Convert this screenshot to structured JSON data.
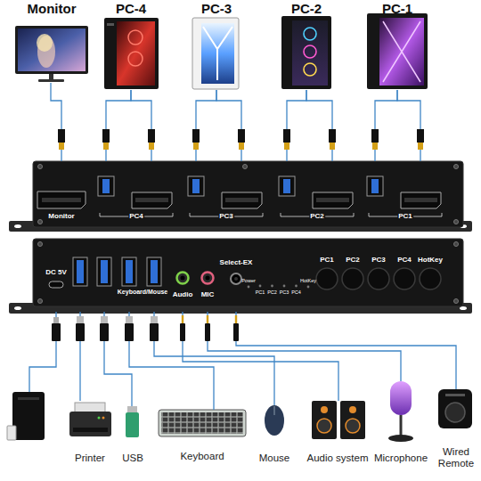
{
  "diagram": {
    "nodes": [
      {
        "text": [
          "Monitor"
        ]
      },
      {
        "text": [
          "PC-4"
        ]
      },
      {
        "text": [
          "PC-3"
        ]
      },
      {
        "text": [
          "PC-2"
        ]
      },
      {
        "text": [
          "PC-1"
        ]
      },
      {
        "text": [
          "Monitor"
        ]
      },
      {
        "text": [
          "PC4"
        ]
      },
      {
        "text": [
          "PC3"
        ]
      },
      {
        "text": [
          "PC2"
        ]
      },
      {
        "text": [
          "PC1"
        ]
      },
      {
        "text": [
          "DC 5V"
        ]
      },
      {
        "text": [
          "Keyboard/Mouse"
        ]
      },
      {
        "text": [
          "Audio"
        ]
      },
      {
        "text": [
          "MIC"
        ]
      },
      {
        "text": [
          "Select-EX"
        ]
      },
      {
        "text": [
          "Printer"
        ]
      },
      {
        "text": [
          "USB"
        ]
      },
      {
        "text": [
          "Keyboard"
        ]
      },
      {
        "text": [
          "Mouse"
        ]
      },
      {
        "text": [
          "Audio system"
        ]
      },
      {
        "text": [
          "Microphone"
        ]
      },
      {
        "text": [
          "Wired Remote"
        ]
      }
    ],
    "edges": [
      {
        "from": 0,
        "to": 5,
        "arrow": "none"
      },
      {
        "from": 1,
        "to": 6,
        "arrow": "none"
      },
      {
        "from": 1,
        "to": 6,
        "arrow": "none"
      },
      {
        "from": 2,
        "to": 7,
        "arrow": "none"
      },
      {
        "from": 2,
        "to": 7,
        "arrow": "none"
      },
      {
        "from": 3,
        "to": 8,
        "arrow": "none"
      },
      {
        "from": 3,
        "to": 8,
        "arrow": "none"
      },
      {
        "from": 4,
        "to": 9,
        "arrow": "none"
      },
      {
        "from": 4,
        "to": 9,
        "arrow": "none"
      },
      {
        "from": 11,
        "to": 15,
        "arrow": "none"
      },
      {
        "from": 11,
        "to": 16,
        "arrow": "none"
      },
      {
        "from": 11,
        "to": 17,
        "arrow": "none"
      },
      {
        "from": 11,
        "to": 18,
        "arrow": "none"
      },
      {
        "from": 12,
        "to": 19,
        "arrow": "none"
      },
      {
        "from": 13,
        "to": 20,
        "arrow": "none"
      },
      {
        "from": 14,
        "to": 21,
        "arrow": "none"
      }
    ],
    "labels": [
      "Power",
      "PC1",
      "PC2",
      "PC3",
      "PC4",
      "HotKey",
      "PC1",
      "PC2",
      "PC3",
      "PC4",
      "HotKey"
    ]
  }
}
